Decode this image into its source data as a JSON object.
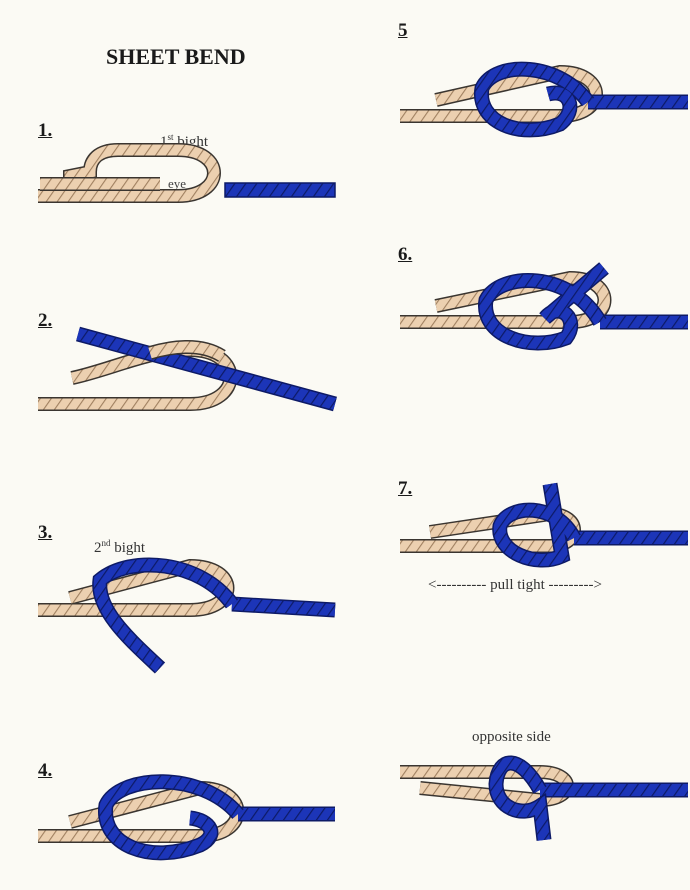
{
  "title": "SHEET BEND",
  "steps": {
    "s1": "1.",
    "s2": "2.",
    "s3": "3.",
    "s4": "4.",
    "s5": "5",
    "s6": "6.",
    "s7": "7."
  },
  "labels": {
    "first_bight_num": "1",
    "first_bight_sup": "st",
    "first_bight_word": "bight",
    "eye": "eye",
    "second_bight_num": "2",
    "second_bight_sup": "nd",
    "second_bight_word": "bight",
    "pull_tight": "<---------- pull tight --------->",
    "opposite_side": "opposite side"
  },
  "colors": {
    "rope_tan": "#ecd0b0",
    "rope_tan_stripe": "#a08060",
    "rope_blue": "#1c35b8",
    "rope_blue_stripe": "#0d1a66",
    "outline": "#3a3530",
    "background": "#fbfaf4"
  }
}
